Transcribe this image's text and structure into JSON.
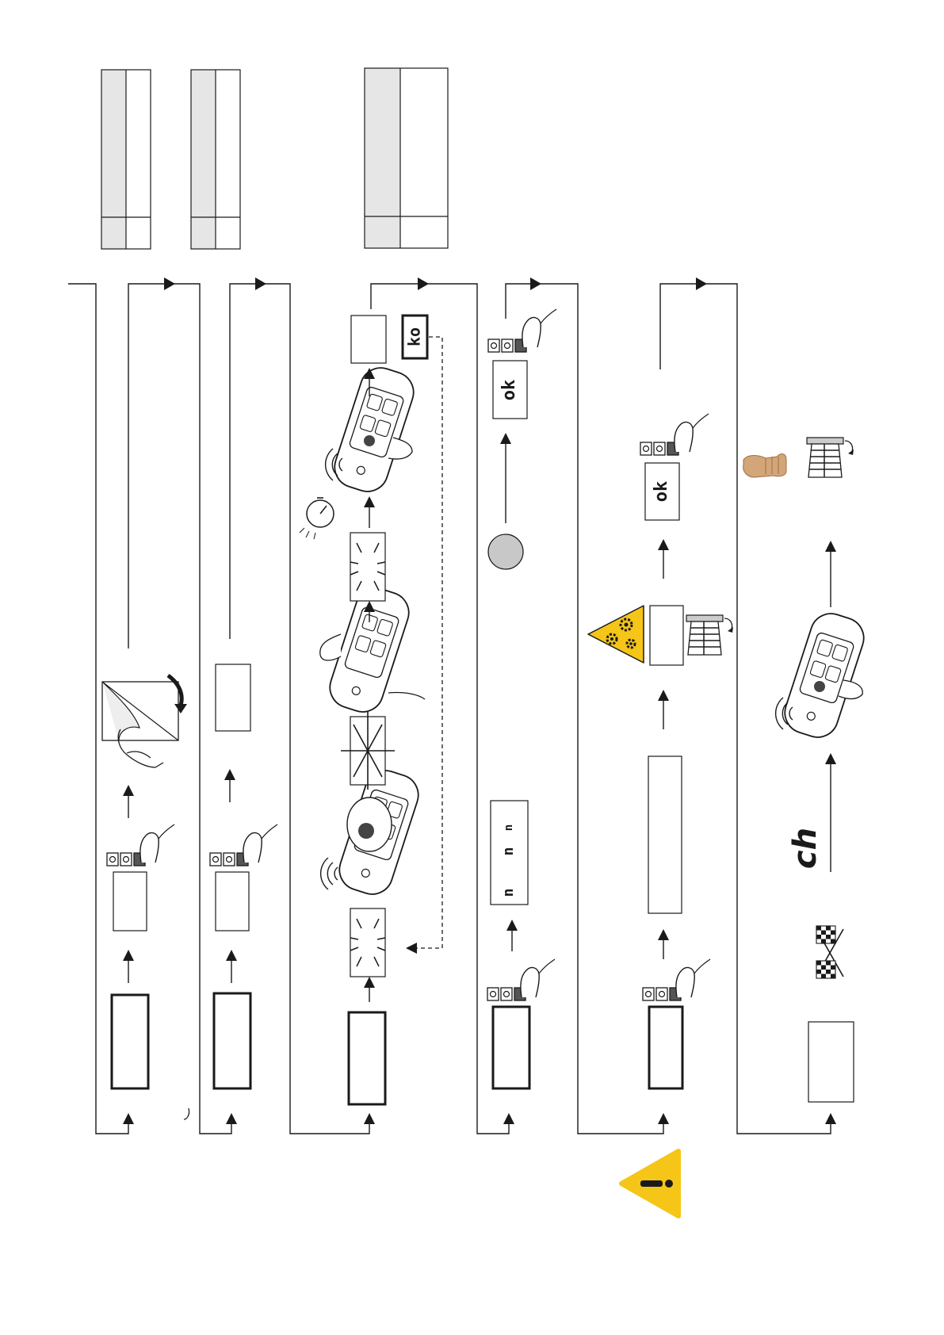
{
  "labels": {
    "ko": "ko",
    "ok_1": "ok",
    "ok_2": "ok",
    "ch": "ch",
    "display_n_1": "n",
    "display_n_2": "n",
    "display_n_3": "n"
  },
  "colors": {
    "line": "#1a1a1a",
    "table_shade": "#e6e6e6",
    "gray_circle": "#c8c8c8",
    "warning_yellow": "#f5c518",
    "skin": "#d2a679",
    "white": "#ffffff"
  },
  "icons": [
    "warning-triangle-icon",
    "gears-warning-icon",
    "checkered-flags-icon",
    "remote-control-icon",
    "stopwatch-icon",
    "finger-press-icon",
    "hand-stop-icon",
    "roller-shutter-icon",
    "page-turn-icon"
  ]
}
